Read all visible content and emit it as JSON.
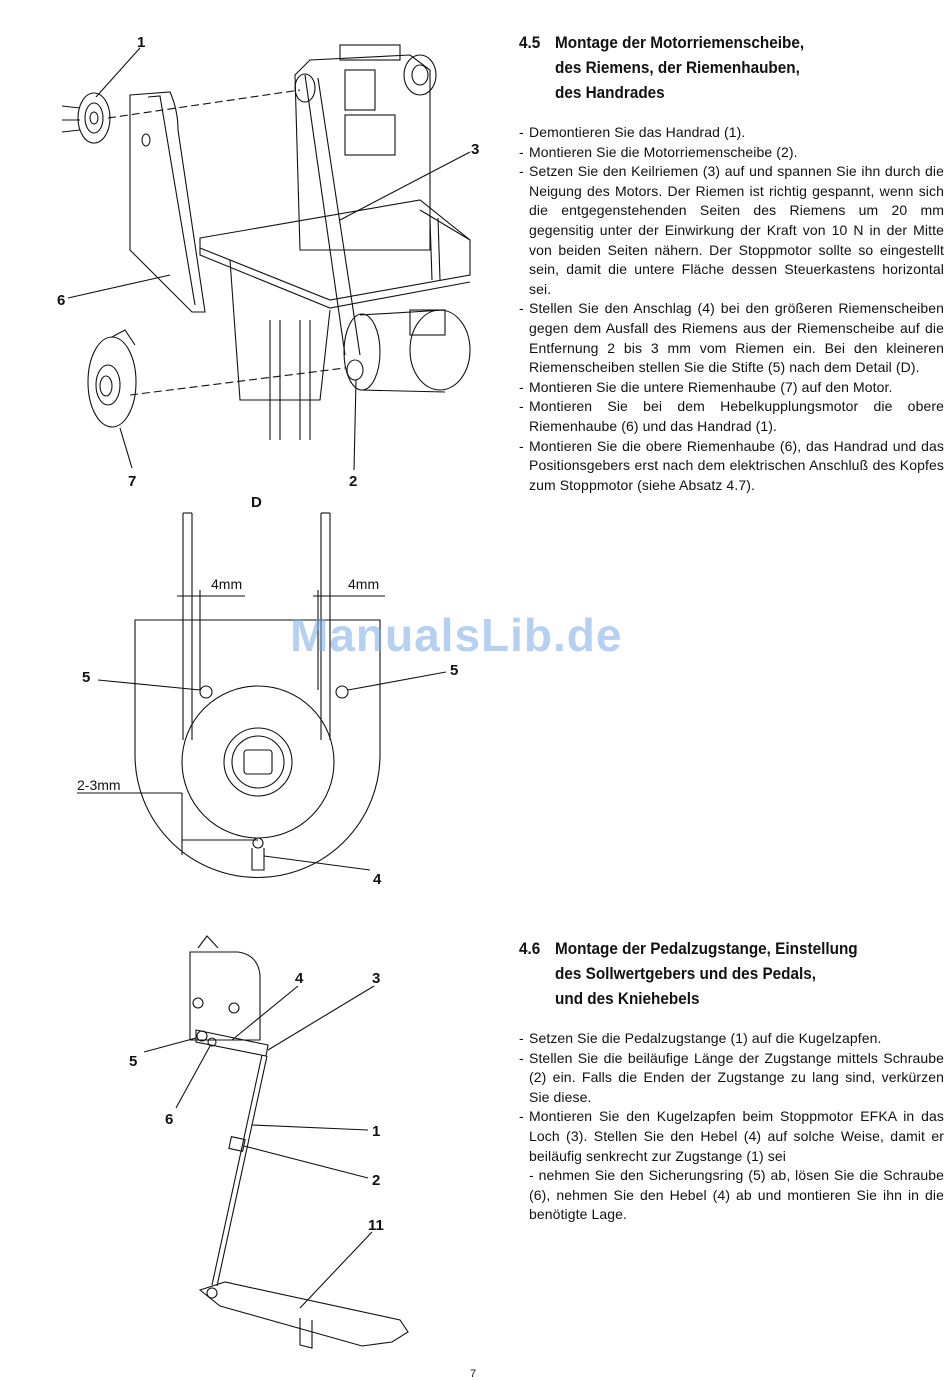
{
  "sections": {
    "s45": {
      "number": "4.5",
      "title_lines": [
        "Montage der Motorriemenscheibe,",
        "des Riemens, der Riemenhauben,",
        "des Handrades"
      ],
      "items": [
        "Demontieren Sie das Handrad (1).",
        "Montieren Sie die Motorriemenscheibe (2).",
        "Setzen Sie den Keilriemen (3) auf und spannen Sie ihn durch die Neigung des Motors. Der Riemen ist richtig gespannt, wenn sich die entgegenstehenden Seiten des Riemens um 20 mm gegensitig unter der Einwirkung der Kraft von 10 N in der Mitte von beiden Seiten nähern. Der Stoppmotor sollte so eingestellt sein, damit die untere Fläche dessen Steuerkastens horizontal sei.",
        "Stellen Sie den Anschlag (4) bei den größeren Riemenscheiben gegen dem Ausfall des Riemens aus der Riemenscheibe auf die Entfernung 2 bis 3 mm vom Riemen ein. Bei den kleineren Riemenscheiben stellen Sie die Stifte (5) nach dem Detail (D).",
        "Montieren Sie die untere Riemenhaube (7) auf den Motor.",
        "Montieren Sie bei dem Hebelkupplungsmotor die obere Riemenhaube (6) und das Handrad (1).",
        "Montieren Sie die obere Riemenhaube (6), das Handrad und das Positionsgebers erst nach dem elektrischen Anschluß des Kopfes zum Stoppmotor (siehe Absatz 4.7)."
      ]
    },
    "s46": {
      "number": "4.6",
      "title_lines": [
        "Montage der Pedalzugstange, Einstellung",
        "des Sollwertgebers und des Pedals,",
        "und des Kniehebels"
      ],
      "items": [
        "Setzen Sie die Pedalzugstange (1) auf die Kugelzapfen.",
        "Stellen Sie die beiläufige Länge der Zugstange mittels Schraube (2) ein. Falls die Enden der Zugstange zu lang sind, verkürzen Sie diese.",
        "Montieren Sie den Kugelzapfen beim Stoppmotor EFKA in das Loch (3). Stellen Sie den Hebel (4) auf solche Weise, damit er beiläufig senkrecht zur Zugstange (1) sei"
      ],
      "sub_item": "- nehmen Sie den Sicherungsring (5) ab, lösen Sie die Schraube (6), nehmen Sie den Hebel (4) ab und montieren Sie ihn in die benötigte Lage."
    }
  },
  "figures": {
    "top": {
      "callouts": [
        "1",
        "3",
        "6",
        "7",
        "2"
      ]
    },
    "detail": {
      "title": "D",
      "dim_left": "4mm",
      "dim_right": "4mm",
      "dim_gap": "2-3mm",
      "callouts": [
        "5",
        "5",
        "4"
      ]
    },
    "pedal": {
      "callouts": [
        "4",
        "3",
        "5",
        "6",
        "1",
        "2",
        "11"
      ]
    }
  },
  "watermark": "ManualsLib.de",
  "page_number": "7"
}
